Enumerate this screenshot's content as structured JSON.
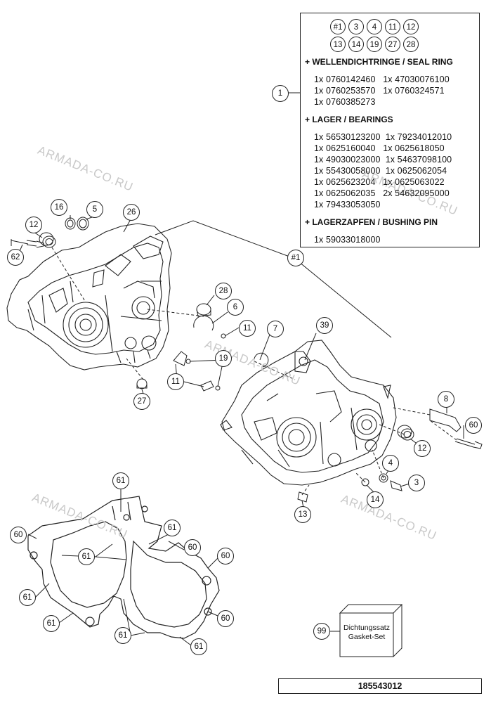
{
  "watermark": "ARMADA-CO.RU",
  "kit": {
    "callout": "1",
    "code_row_1": [
      "#1",
      "3",
      "4",
      "11",
      "12"
    ],
    "code_row_2": [
      "13",
      "14",
      "19",
      "27",
      "28"
    ],
    "sections": [
      {
        "heading": "+ WELLENDICHTRINGE / SEAL RING",
        "lines": [
          "1x 0760142460   1x 47030076100",
          "1x 0760253570   1x 0760324571",
          "1x 0760385273"
        ]
      },
      {
        "heading": "+ LAGER / BEARINGS",
        "lines": [
          "1x 56530123200  1x 79234012010",
          "1x 0625160040   1x 0625618050",
          "1x 49030023000  1x 54637098100",
          "1x 55430058000  1x 0625062054",
          "1x 0625623204   1x 0625063022",
          "1x 0625062035   2x 54632095000",
          "1x 79433053050"
        ]
      },
      {
        "heading": "+ LAGERZAPFEN / BUSHING PIN",
        "lines": [
          "1x 59033018000"
        ]
      }
    ]
  },
  "callouts": {
    "c12a": "12",
    "c16": "16",
    "c5": "5",
    "c26": "26",
    "c62": "62",
    "c28": "28",
    "c6": "6",
    "c11a": "11",
    "c7": "7",
    "c39": "39",
    "c19": "19",
    "c11b": "11",
    "c27": "27",
    "c1": "#1",
    "c8": "8",
    "c60a": "60",
    "c12b": "12",
    "c4": "4",
    "c3": "3",
    "c14": "14",
    "c13": "13",
    "c61a": "61",
    "c60b": "60",
    "c61b": "61",
    "c61c": "61",
    "c60c": "60",
    "c60d": "60",
    "c61d": "61",
    "c61e": "61",
    "c60e": "60",
    "c61f": "61",
    "c61g": "61",
    "c99": "99"
  },
  "gasket_set": {
    "label_de": "Dichtungssatz",
    "label_en": "Gasket-Set"
  },
  "drawing_number": "185543012"
}
